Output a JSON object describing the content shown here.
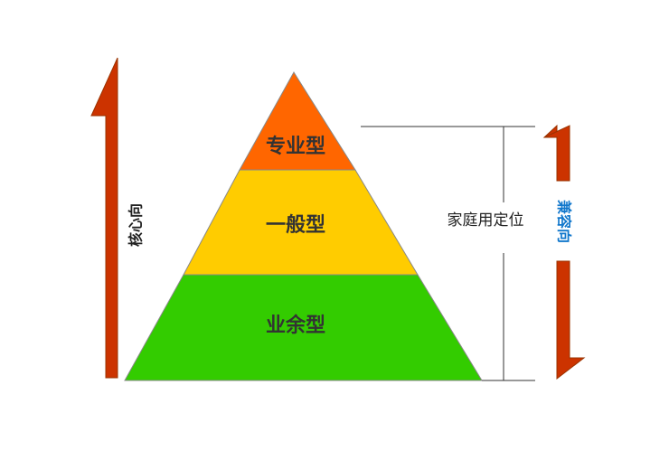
{
  "pyramid": {
    "levels": [
      {
        "label": "专业型",
        "color": "#ff6600"
      },
      {
        "label": "一般型",
        "color": "#ffcc00"
      },
      {
        "label": "业余型",
        "color": "#33cc00"
      }
    ]
  },
  "left_arrow": {
    "label": "核心向",
    "color": "#cc3300",
    "label_color": "#222222"
  },
  "right_arrow": {
    "label": "兼容向",
    "color": "#cc3300",
    "label_color": "#1177cc"
  },
  "bracket": {
    "label": "家庭用定位"
  }
}
